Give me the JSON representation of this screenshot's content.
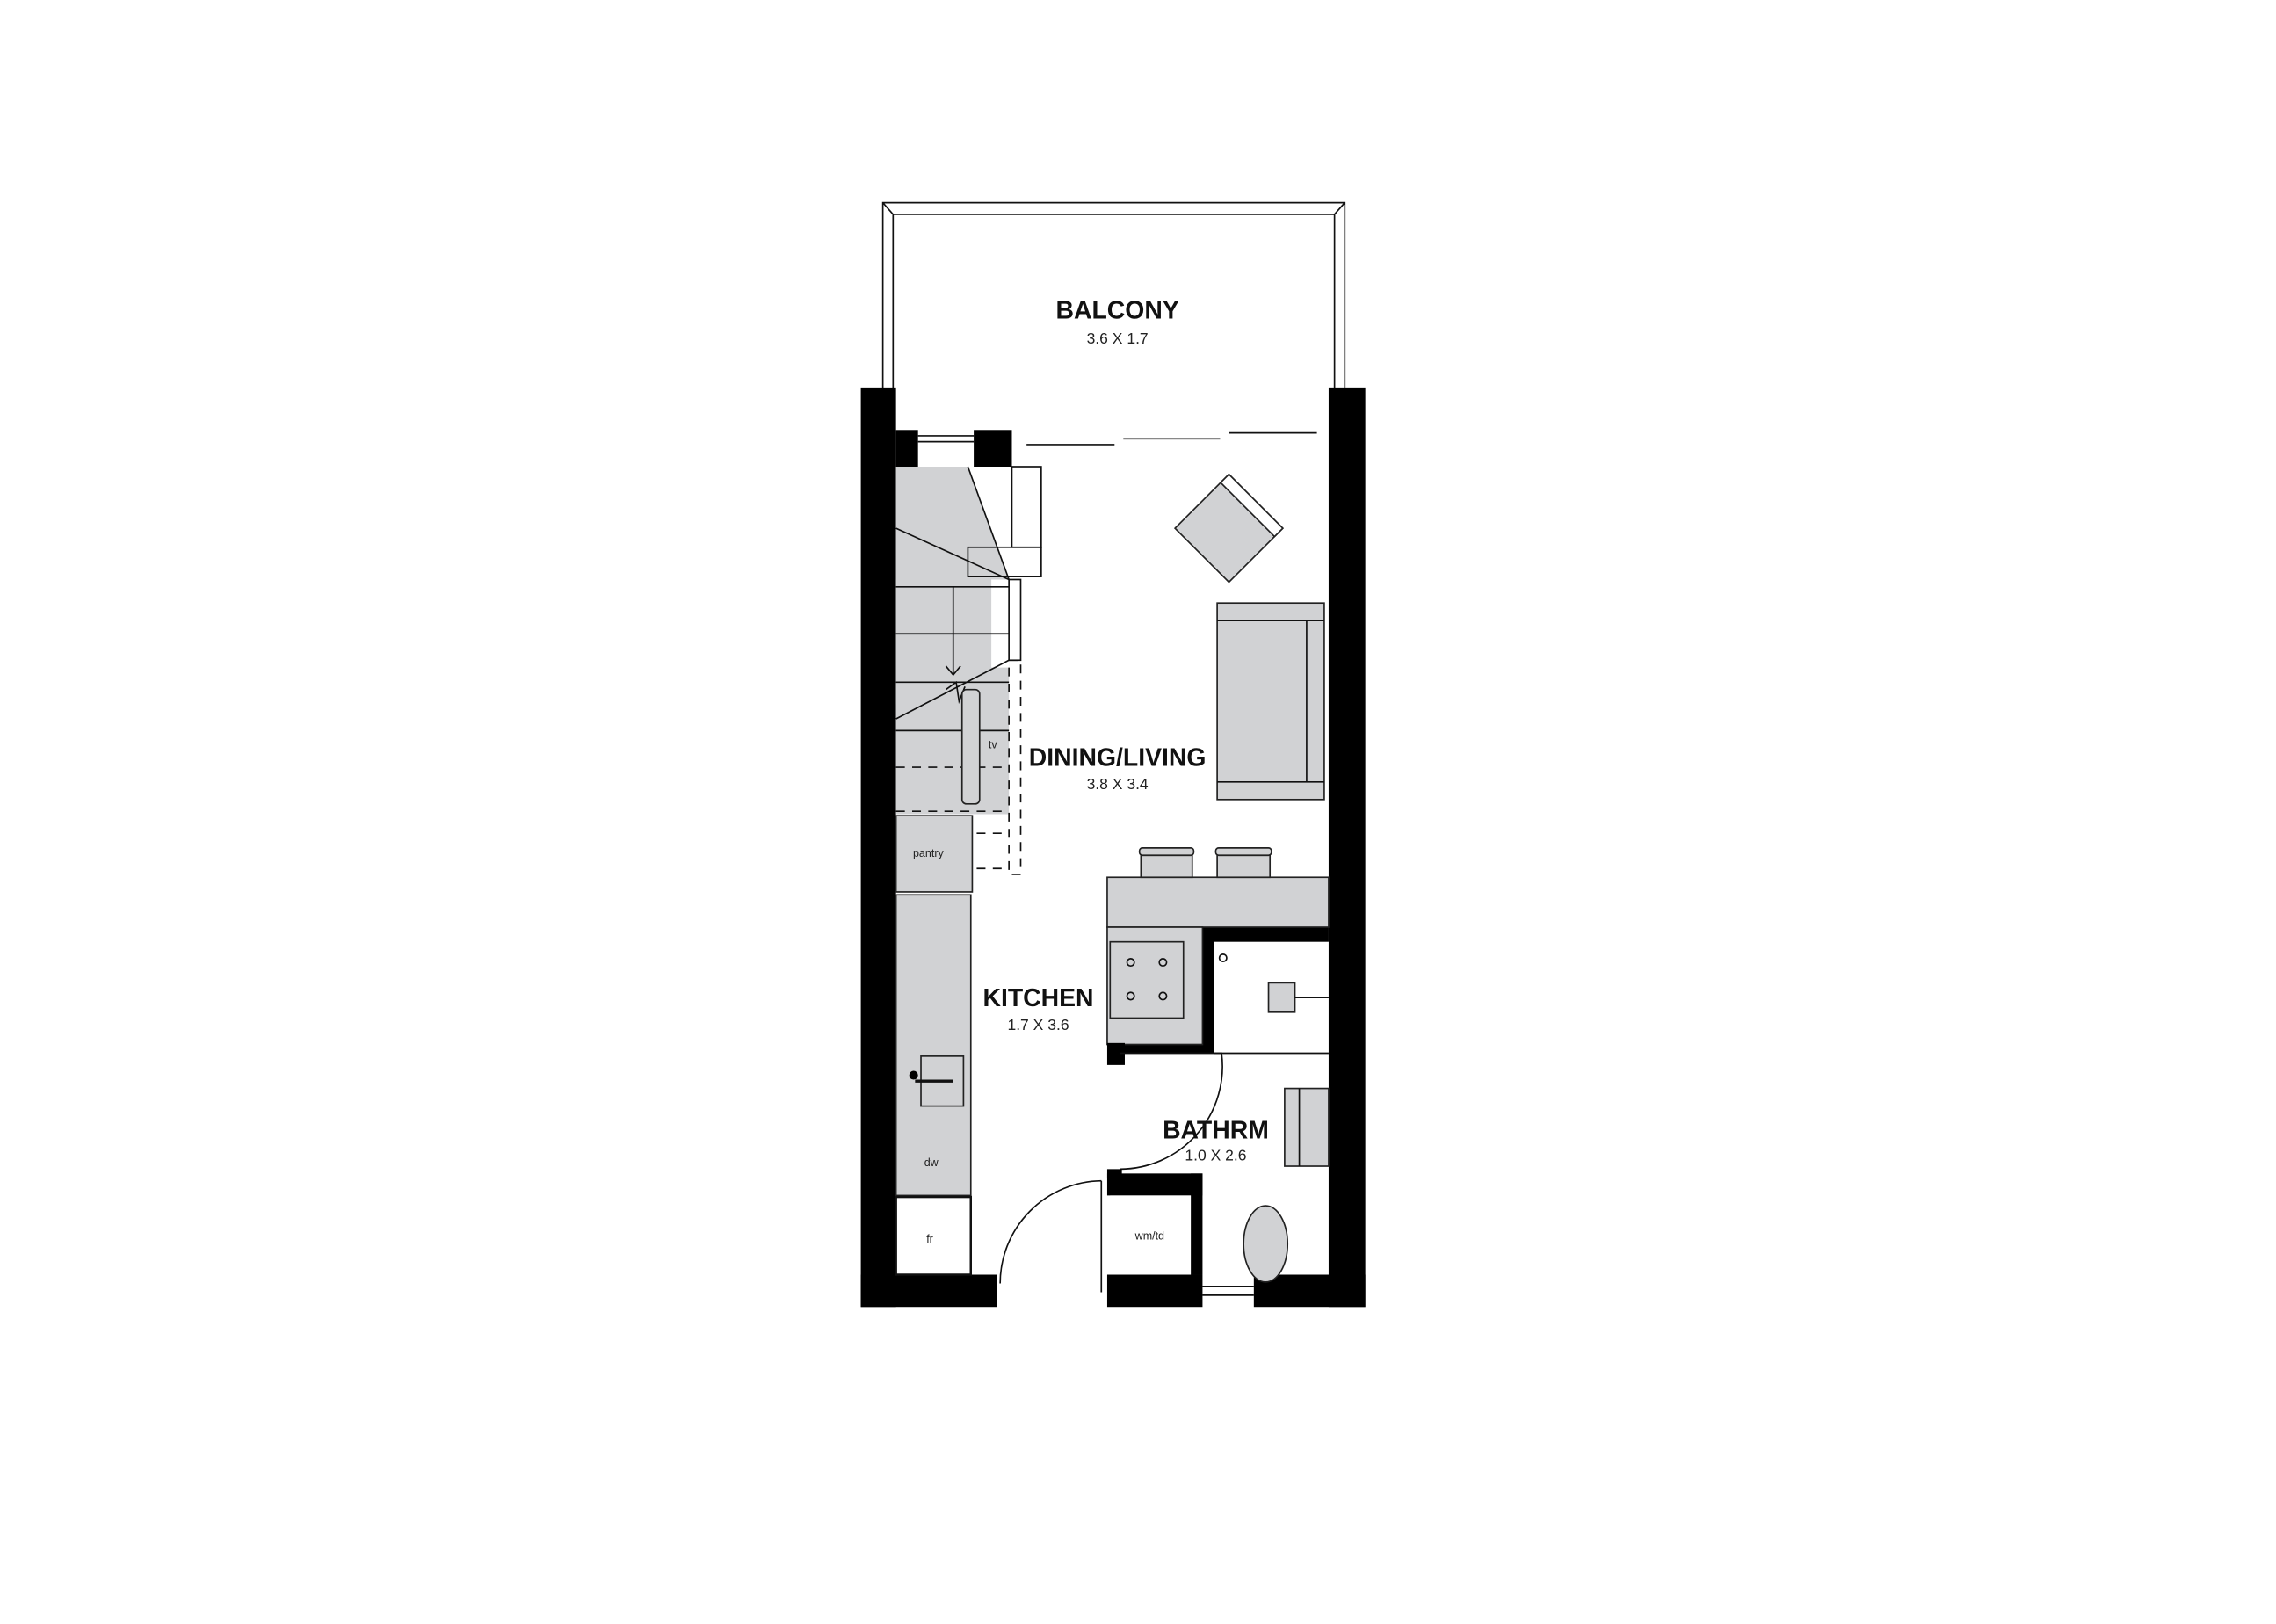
{
  "rooms": {
    "balcony": {
      "name": "BALCONY",
      "size": "3.6 X 1.7"
    },
    "dining_living": {
      "name": "DINING/LIVING",
      "size": "3.8 X 3.4"
    },
    "kitchen": {
      "name": "KITCHEN",
      "size": "1.7 X 3.6"
    },
    "bathroom": {
      "name": "BATHRM",
      "size": "1.0 X 2.6"
    }
  },
  "fixtures": {
    "pantry": "pantry",
    "dishwasher": "dw",
    "fridge": "fr",
    "laundry": "wm/td",
    "tv": "tv"
  },
  "colors": {
    "wall": "#000000",
    "furniture": "#d1d2d4"
  }
}
